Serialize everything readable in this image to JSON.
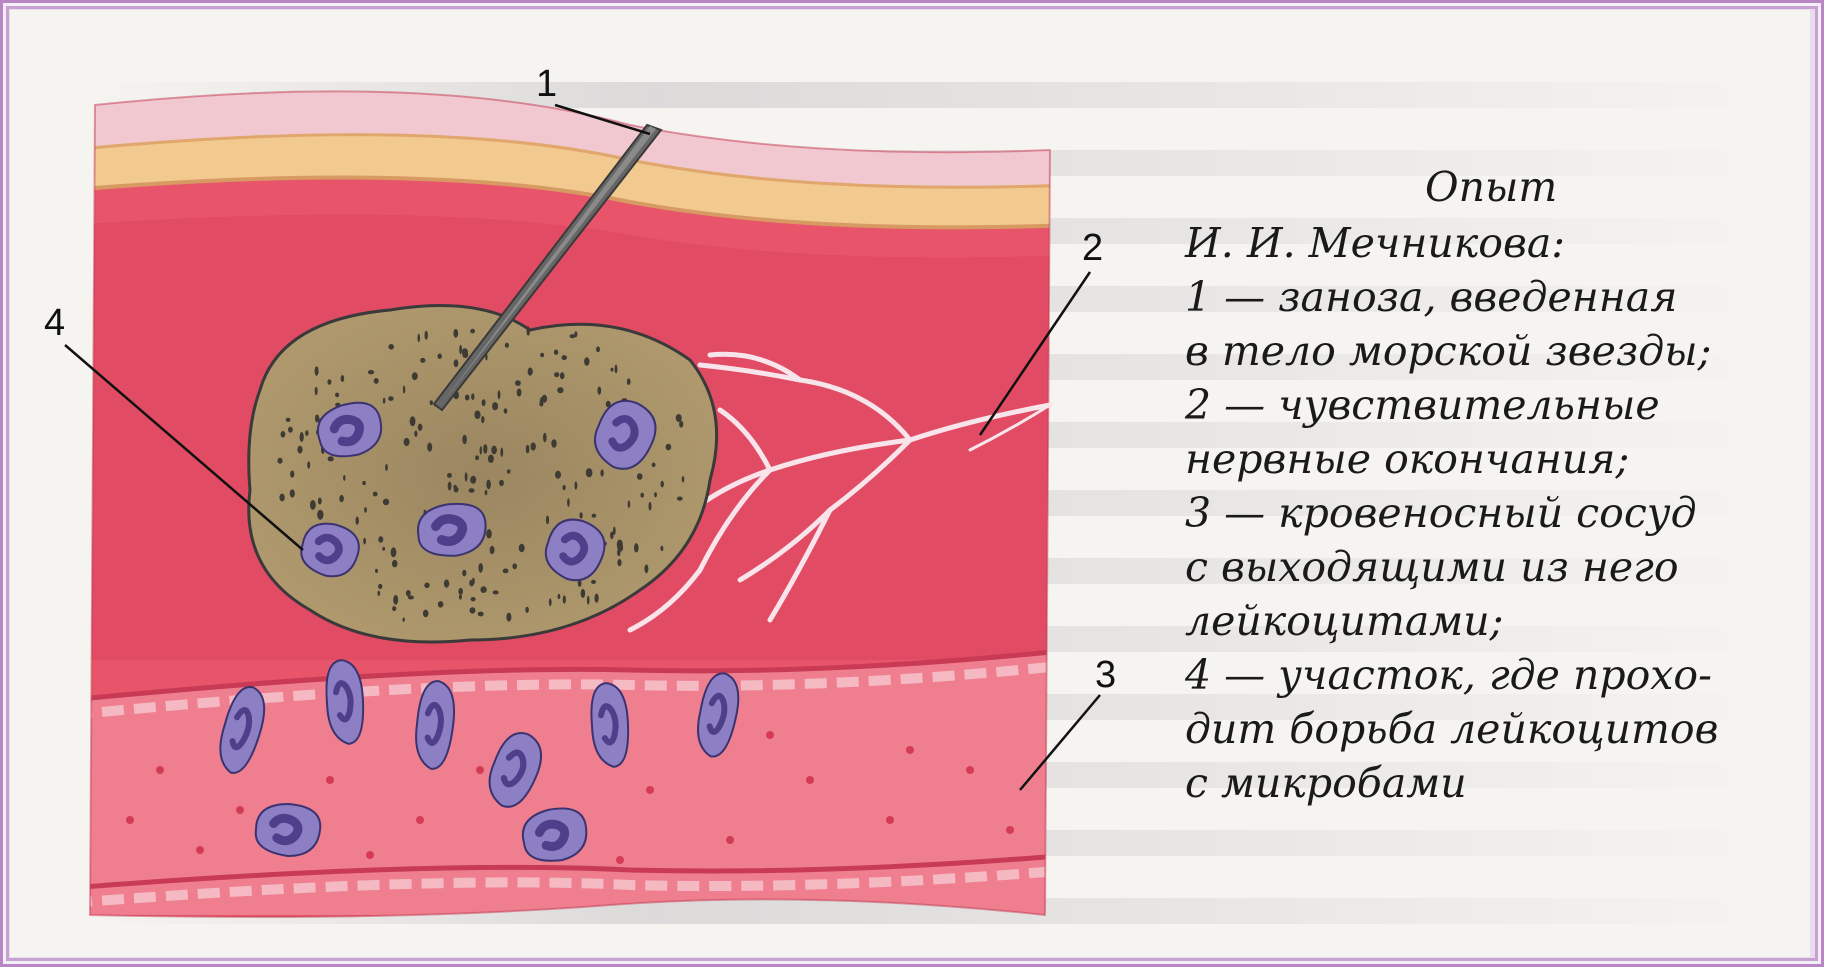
{
  "caption": {
    "title": "Опыт",
    "subtitle": "И. И. Мечникова:",
    "items": [
      {
        "number": "1",
        "lines": [
          "1 — заноза, введенная",
          "в тело морской звезды;"
        ]
      },
      {
        "number": "2",
        "lines": [
          "2 — чувствительные",
          "нервные окончания;"
        ]
      },
      {
        "number": "3",
        "lines": [
          "3 — кровеносный сосуд",
          "с выходящими из него",
          "лейкоцитами;"
        ]
      },
      {
        "number": "4",
        "lines": [
          "4 — участок, где прохо-",
          "дит борьба лейкоцитов",
          "с микробами"
        ]
      }
    ]
  },
  "callouts": {
    "n1": "1",
    "n2": "2",
    "n3": "3",
    "n4": "4"
  },
  "colors": {
    "tissue": "#e8546a",
    "tissue_light": "#f08a98",
    "skin_top": "#f1c8cf",
    "skin_band": "#f2c98e",
    "inflammation": "#a08862",
    "leukocyte": "#8d7fc4",
    "leukocyte_nucleus": "#4d3f8a",
    "nerve": "#f8e4ea",
    "splinter": "#555555"
  }
}
